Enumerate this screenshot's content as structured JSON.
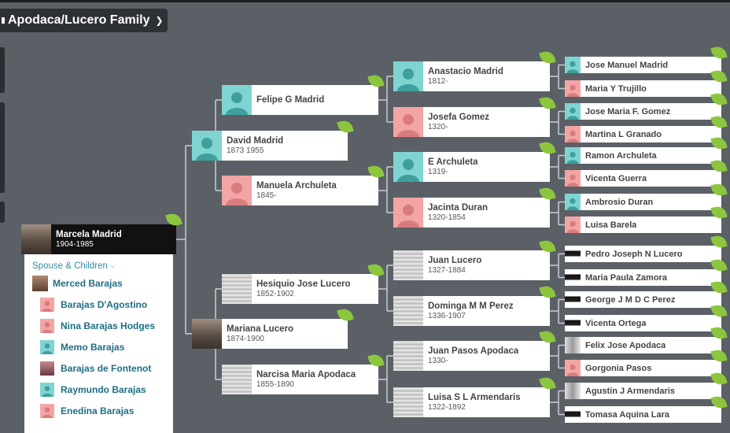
{
  "tree_title": "Apodaca/Lucero Family",
  "root": {
    "name": "Marcela Madrid",
    "dates": "1904-1985"
  },
  "family": {
    "label": "Spouse & Children",
    "spouse": "Merced Barajas",
    "children": [
      {
        "name": "Barajas D'Agostino",
        "sex": "f"
      },
      {
        "name": "Nina Barajas Hodges",
        "sex": "f"
      },
      {
        "name": "Memo Barajas",
        "sex": "m"
      },
      {
        "name": "Barajas de Fontenot",
        "sex": "photo"
      },
      {
        "name": "Raymundo Barajas",
        "sex": "m"
      },
      {
        "name": "Enedina Barajas",
        "sex": "f"
      }
    ]
  },
  "ancestors": {
    "g1": [
      {
        "name": "David Madrid",
        "dates": "1873 1955",
        "avatar": "m"
      },
      {
        "name": "Mariana Lucero",
        "dates": "1874-1900",
        "avatar": "photo"
      }
    ],
    "g2": [
      {
        "name": "Felipe G Madrid",
        "dates": "",
        "avatar": "m"
      },
      {
        "name": "Manuela Archuleta",
        "dates": "1845-",
        "avatar": "f"
      },
      {
        "name": "Hesiquio Jose Lucero",
        "dates": "1852-1902",
        "avatar": "doc"
      },
      {
        "name": "Narcisa Maria Apodaca",
        "dates": "1855-1890",
        "avatar": "doc"
      }
    ],
    "g3": [
      {
        "name": "Anastacio Madrid",
        "dates": "1812-",
        "avatar": "m"
      },
      {
        "name": "Josefa Gomez",
        "dates": "1320-",
        "avatar": "f"
      },
      {
        "name": "E Archuleta",
        "dates": "1319-",
        "avatar": "m"
      },
      {
        "name": "Jacinta Duran",
        "dates": "1320-1854",
        "avatar": "f"
      },
      {
        "name": "Juan Lucero",
        "dates": "1327-1884",
        "avatar": "doc"
      },
      {
        "name": "Dominga M M Perez",
        "dates": "1336-1907",
        "avatar": "doc"
      },
      {
        "name": "Juan Pasos Apodaca",
        "dates": "1330-",
        "avatar": "doc"
      },
      {
        "name": "Luisa S L Armendaris",
        "dates": "1322-1892",
        "avatar": "doc"
      }
    ],
    "g4": [
      {
        "name": "Jose Manuel Madrid",
        "avatar": "m"
      },
      {
        "name": "Maria Y Trujillo",
        "avatar": "f"
      },
      {
        "name": "Jose Maria F. Gomez",
        "avatar": "m"
      },
      {
        "name": "Martina L Granado",
        "avatar": "f"
      },
      {
        "name": "Ramon Archuleta",
        "avatar": "m"
      },
      {
        "name": "Vicenta Guerra",
        "avatar": "f"
      },
      {
        "name": "Ambrosio Duran",
        "avatar": "m"
      },
      {
        "name": "Luisa Barela",
        "avatar": "f"
      },
      {
        "name": "Pedro Joseph N Lucero",
        "avatar": "dark"
      },
      {
        "name": "Maria Paula Zamora",
        "avatar": "dark"
      },
      {
        "name": "George J M D C Perez",
        "avatar": "dark"
      },
      {
        "name": "Vicenta Ortega",
        "avatar": "dark"
      },
      {
        "name": "Felix Jose Apodaca",
        "avatar": "smudge"
      },
      {
        "name": "Gorgonia Pasos",
        "avatar": "f"
      },
      {
        "name": "Agustin J Armendaris",
        "avatar": "smudge"
      },
      {
        "name": "Tomasa Aquina Lara",
        "avatar": "dark"
      }
    ]
  },
  "colors": {
    "background": "#5b6066",
    "male": "#7fd4d1",
    "female": "#f3a5a6",
    "hint_leaf": "#8cc63f",
    "link": "#1e6f84"
  }
}
